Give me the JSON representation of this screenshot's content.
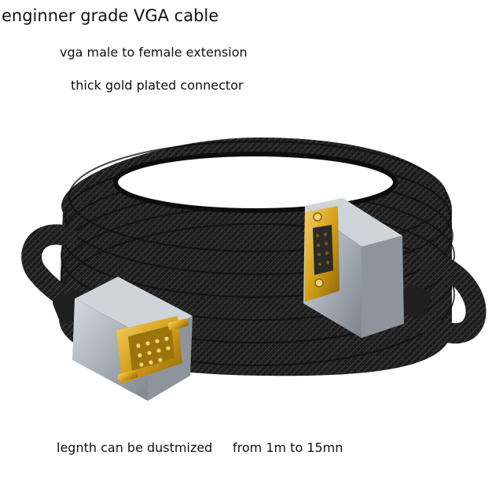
{
  "product": {
    "title": "enginner grade VGA cable",
    "subtitle_1": "vga male to female  extension",
    "subtitle_2": "thick gold plated connector",
    "footer_left": "legnth can be dustmized",
    "footer_right": "from 1m to 15mn"
  },
  "colors": {
    "background": "#ffffff",
    "cable": "#1b1b1b",
    "connector_shell": "#aeb4bc",
    "gold": "#d4a017"
  }
}
